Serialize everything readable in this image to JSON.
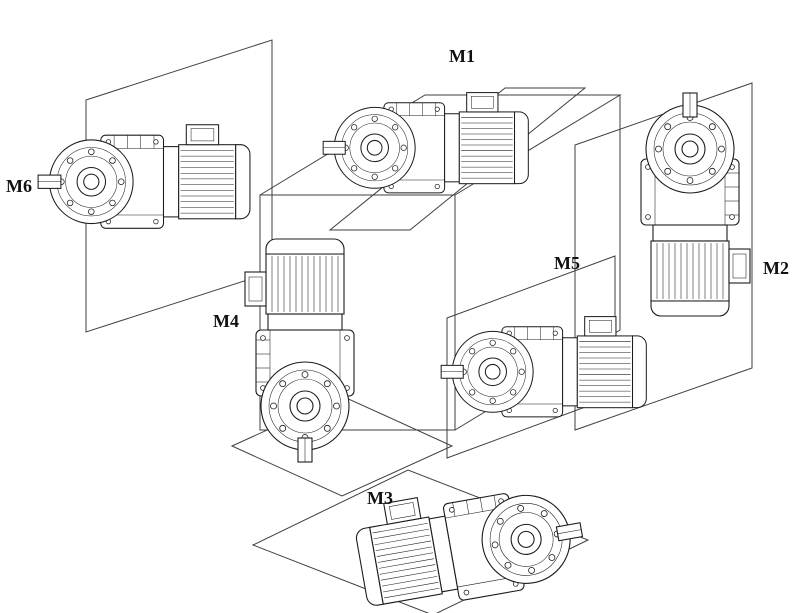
{
  "diagram": {
    "name": "gearmotor-mounting-positions",
    "background_color": "#ffffff",
    "line_color": "#1c1c1c",
    "positions": [
      {
        "id": "m1",
        "label": "M1",
        "motor_orientation": "horizontal, shaft left, on top plane"
      },
      {
        "id": "m2",
        "label": "M2",
        "motor_orientation": "vertical, shaft up, right plane"
      },
      {
        "id": "m3",
        "label": "M3",
        "motor_orientation": "horizontal tilted, shaft right, bottom plane"
      },
      {
        "id": "m4",
        "label": "M4",
        "motor_orientation": "vertical, shaft down, front-left plane"
      },
      {
        "id": "m5",
        "label": "M5",
        "motor_orientation": "horizontal, shaft left, front-right plane"
      },
      {
        "id": "m6",
        "label": "M6",
        "motor_orientation": "horizontal, shaft left, far-left plane"
      }
    ]
  }
}
